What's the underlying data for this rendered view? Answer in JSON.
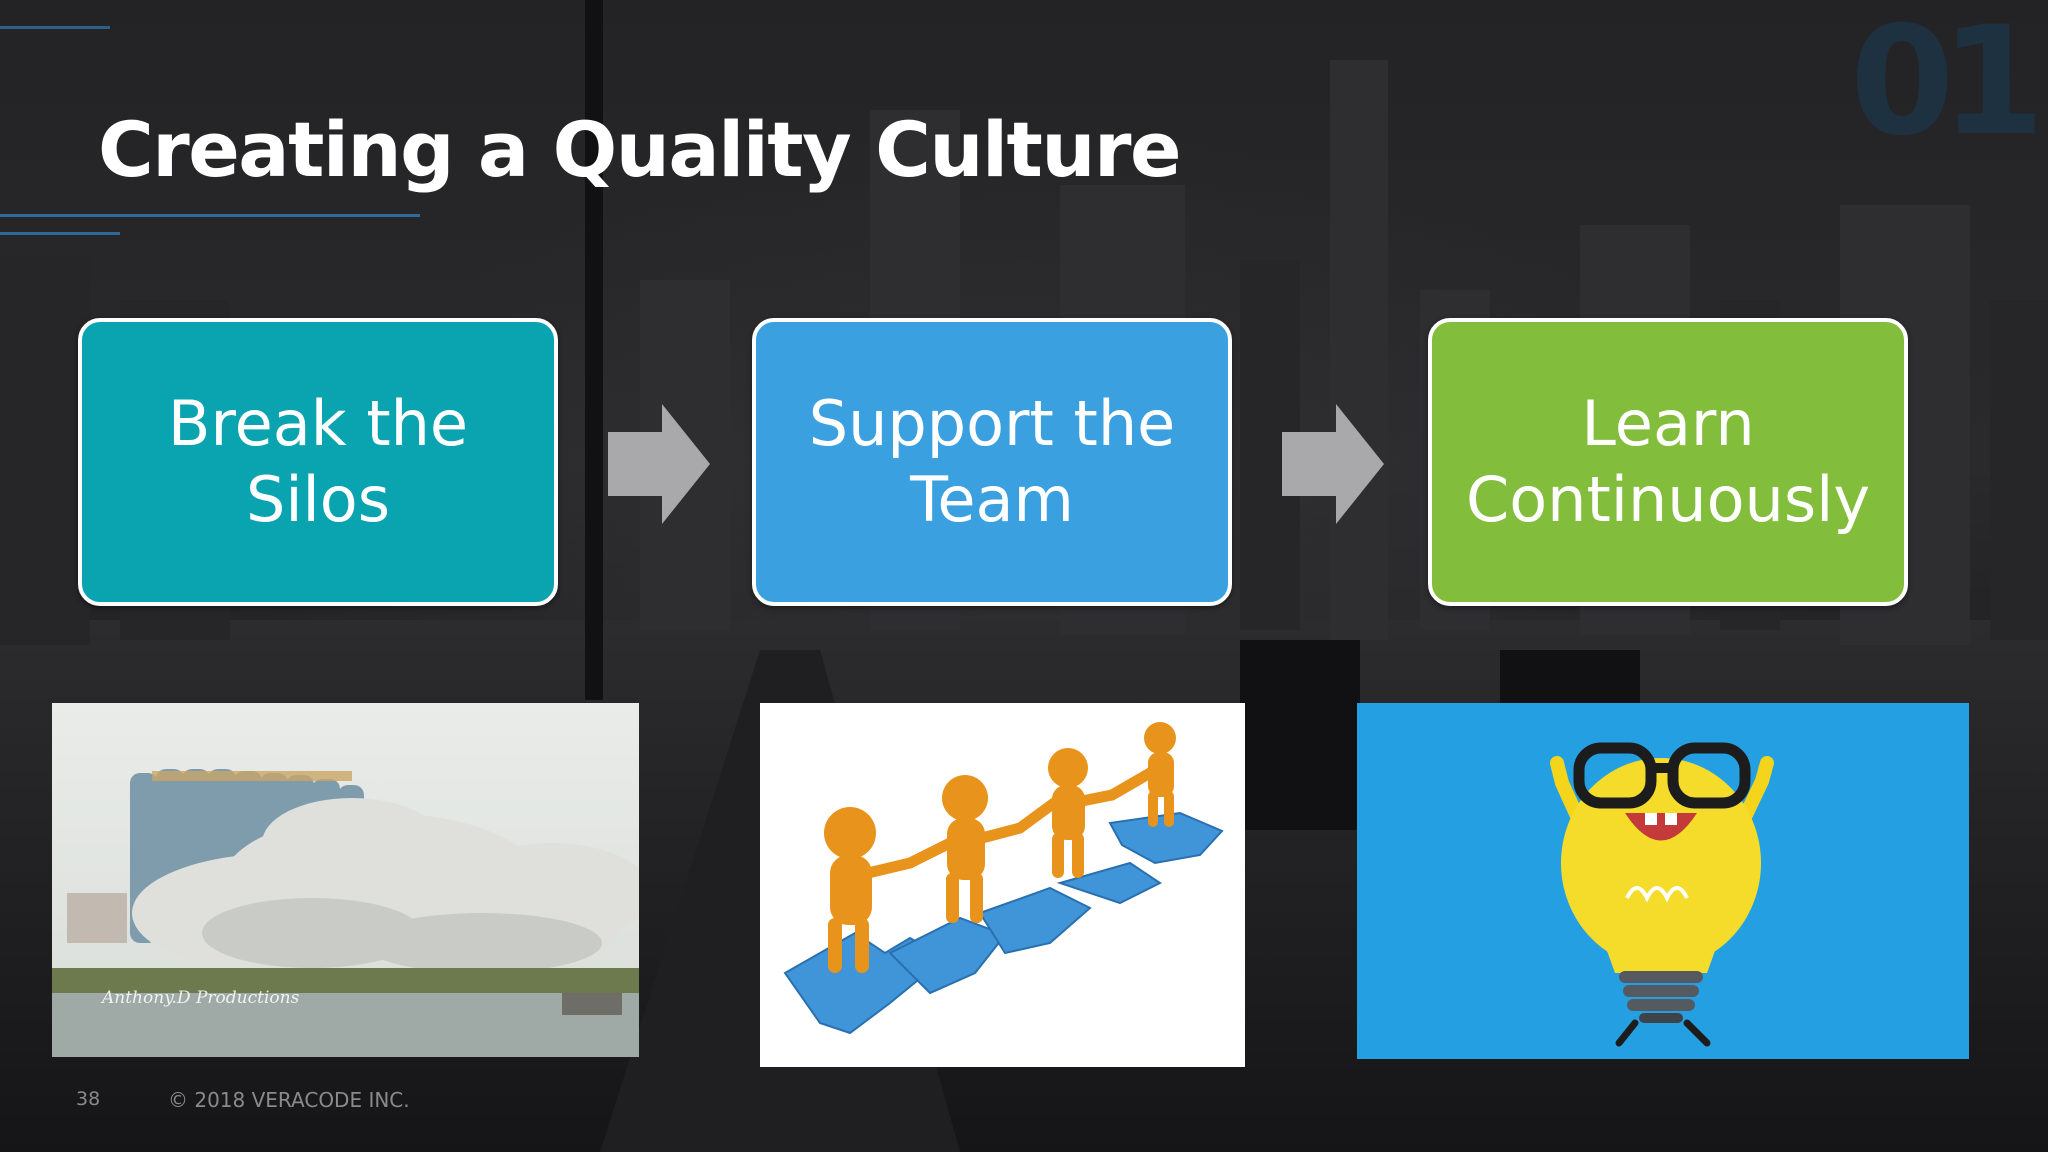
{
  "slide": {
    "title": "Creating a Quality Culture",
    "logo_text": "01",
    "steps": [
      {
        "label": "Break the\nSilos",
        "color": "#0aa3b0"
      },
      {
        "label": "Support the\nTeam",
        "color": "#3aa0e0"
      },
      {
        "label": "Learn\nContinuously",
        "color": "#82bd3c"
      }
    ],
    "arrow_color": "#a9a9ab",
    "photos": {
      "silos": {
        "icon": "silo-demolition-photo",
        "watermark": "Anthony.D Productions"
      },
      "team": {
        "icon": "people-on-puzzle-pieces-illustration"
      },
      "learn": {
        "icon": "lightbulb-with-glasses-illustration",
        "background": "#24a0e2"
      }
    },
    "footer": {
      "page_number": "38",
      "copyright": "© 2018 VERACODE INC."
    }
  }
}
